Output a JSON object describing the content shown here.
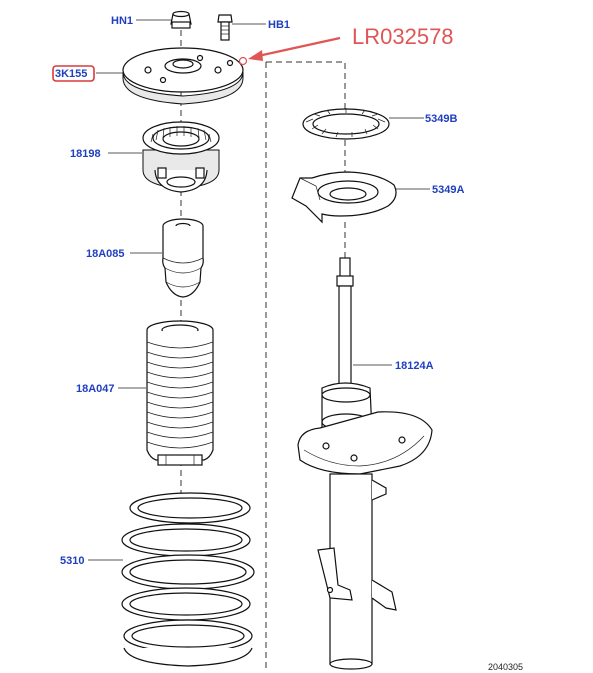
{
  "labels": {
    "hn1": "HN1",
    "hb1": "HB1",
    "mount_top": "3K155",
    "bearing": "18198",
    "bump_stop": "18A085",
    "dust_boot": "18A047",
    "coil_spring": "5310",
    "upper_insulator": "5349B",
    "spring_seat": "5349A",
    "strut": "18124A"
  },
  "callout": {
    "part_number": "LR032578",
    "color": "#e05555"
  },
  "drawing_number": "2040305",
  "colors": {
    "label_text": "#1f3fbf",
    "highlight_box": "#d83a3a",
    "linework": "#111111"
  }
}
